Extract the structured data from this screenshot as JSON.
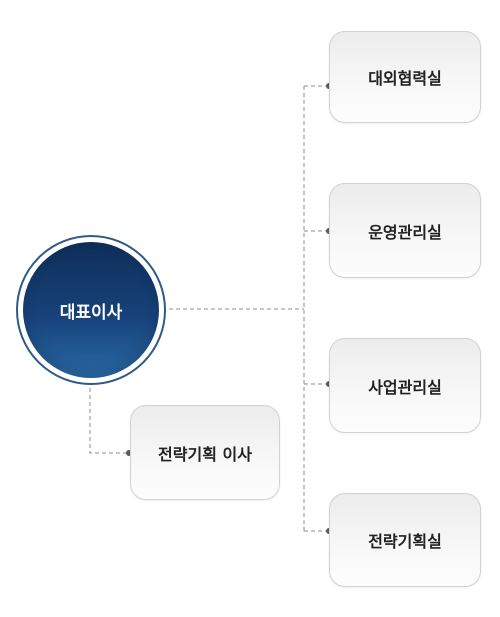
{
  "ceo": {
    "label": "대표이사"
  },
  "sub": {
    "label": "전략기획 이사"
  },
  "departments": [
    {
      "label": "대외협력실"
    },
    {
      "label": "운영관리실"
    },
    {
      "label": "사업관리실"
    },
    {
      "label": "전략기획실"
    }
  ],
  "colors": {
    "ceo_fill": "#17427a",
    "ceo_ring": "#2f5a88",
    "connector": "#8e8e8e",
    "box_border": "#d2d2d2"
  }
}
